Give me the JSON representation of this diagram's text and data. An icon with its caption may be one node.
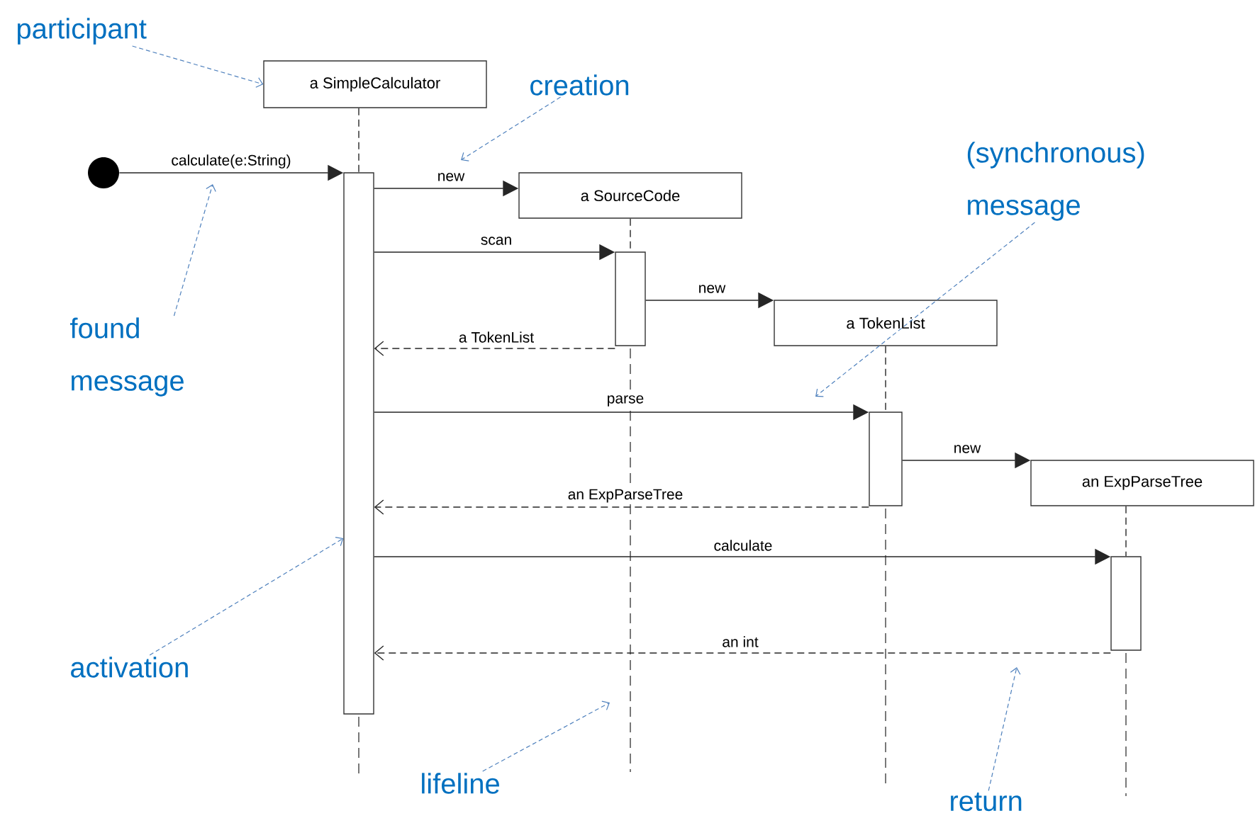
{
  "diagram": {
    "nodes": [
      {
        "text": [
          "a SimpleCalculator"
        ]
      },
      {
        "text": [
          "a SourceCode"
        ]
      },
      {
        "text": [
          "a TokenList"
        ]
      },
      {
        "text": [
          "an ExpParseTree"
        ]
      },
      {
        "text": [],
        "shape": "bar"
      },
      {
        "text": [],
        "shape": "bar"
      },
      {
        "text": [],
        "shape": "bar"
      },
      {
        "text": [],
        "shape": "bar"
      },
      {
        "text": [],
        "shape": "circle"
      },
      {
        "text": [
          "participant"
        ]
      },
      {
        "text": [
          "creation"
        ]
      },
      {
        "text": [
          "(synchronous) message"
        ]
      },
      {
        "text": [
          "found message"
        ]
      },
      {
        "text": [
          "activation"
        ]
      },
      {
        "text": [
          "lifeline"
        ]
      },
      {
        "text": [
          "return"
        ]
      }
    ],
    "edges": [
      {
        "from": 8,
        "to": 4,
        "arrow": "to",
        "label": "calculate(e:String)"
      },
      {
        "from": 4,
        "to": 1,
        "arrow": "to",
        "label": "new"
      },
      {
        "from": 4,
        "to": 5,
        "arrow": "to",
        "label": "scan"
      },
      {
        "from": 5,
        "to": 4,
        "arrow": "to",
        "label": "a TokenList",
        "style": "dashed"
      },
      {
        "from": 5,
        "to": 2,
        "arrow": "to",
        "label": "new"
      },
      {
        "from": 4,
        "to": 6,
        "arrow": "to",
        "label": "parse"
      },
      {
        "from": 6,
        "to": 4,
        "arrow": "to",
        "label": "an ExpParseTree",
        "style": "dashed"
      },
      {
        "from": 6,
        "to": 3,
        "arrow": "to",
        "label": "new"
      },
      {
        "from": 4,
        "to": 7,
        "arrow": "to",
        "label": "calculate"
      },
      {
        "from": 7,
        "to": 4,
        "arrow": "to",
        "label": "an int",
        "style": "dashed"
      },
      {
        "from": 9,
        "to": 0,
        "arrow": "to",
        "style": "dashed",
        "color": "#4f81bd"
      },
      {
        "from": 10,
        "to": null,
        "arrow": "to",
        "style": "dashed",
        "color": "#4f81bd"
      },
      {
        "from": 12,
        "to": null,
        "arrow": "to",
        "style": "dashed",
        "color": "#4f81bd"
      },
      {
        "from": 11,
        "to": null,
        "arrow": "to",
        "style": "dashed",
        "color": "#4f81bd"
      },
      {
        "from": 13,
        "to": 4,
        "arrow": "to",
        "style": "dashed",
        "color": "#4f81bd"
      },
      {
        "from": 14,
        "to": null,
        "arrow": "to",
        "style": "dashed",
        "color": "#4f81bd"
      },
      {
        "from": 15,
        "to": null,
        "arrow": "to",
        "style": "dashed",
        "color": "#4f81bd"
      },
      {
        "from": 0,
        "to": 4,
        "arrow": "none",
        "style": "dashed"
      },
      {
        "from": 1,
        "to": 5,
        "arrow": "none",
        "style": "dashed"
      },
      {
        "from": 2,
        "to": 6,
        "arrow": "none",
        "style": "dashed"
      },
      {
        "from": 3,
        "to": 7,
        "arrow": "none",
        "style": "dashed"
      }
    ]
  }
}
